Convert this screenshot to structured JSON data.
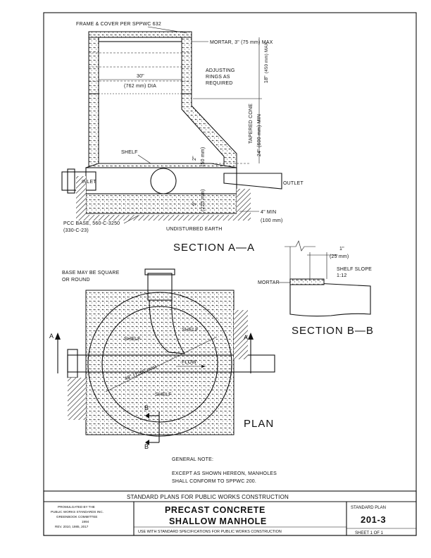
{
  "section_aa": {
    "title": "SECTION A—A",
    "frame_cover": "FRAME & COVER PER SPPWC 632",
    "mortar": "MORTAR, 3\" (75 mm) MAX",
    "adjusting_rings": [
      "ADJUSTING",
      "RINGS AS",
      "REQUIRED"
    ],
    "dim_18": "18\"",
    "dim_450": "(450 mm) MAX",
    "tapered_cone": "TAPERED CONE",
    "dim_24": "24\" (600 mm) MIN",
    "dia_30": "30\"",
    "dia_762": "(762 mm) DIA",
    "shelf": "SHELF",
    "dim_2": "2\"",
    "dim_50": "(50 mm)",
    "inlet": "INLET",
    "outlet": "OUTLET",
    "dim_9": "9\"",
    "dim_225": "(225 mm)",
    "min_4": "4\" MIN",
    "min_100": "(100 mm)",
    "pcc_base": "PCC BASE, 560-C-3250",
    "pcc_base_2": "(330-C-23)",
    "undisturbed": "UNDISTURBED EARTH"
  },
  "section_bb": {
    "title": "SECTION B—B",
    "dim_1": "1\"",
    "dim_25": "(25 mm)",
    "shelf_slope": "SHELF SLOPE",
    "slope": "1:12",
    "mortar": "MORTAR"
  },
  "plan": {
    "title": "PLAN",
    "base_note": [
      "BASE MAY BE SQUARE",
      "OR ROUND"
    ],
    "shelf_left": "SHELF",
    "shelf_right": "SHELF",
    "shelf_bottom": "SHELF",
    "flow": "FLOW",
    "diameter": "48\" (1200 mm)",
    "mark_a": "A",
    "mark_b": "B"
  },
  "general_note": {
    "heading": "GENERAL NOTE:",
    "lines": [
      "EXCEPT AS SHOWN HEREON, MANHOLES",
      "SHALL CONFORM TO SPPWC 200."
    ]
  },
  "title_block": {
    "header": "STANDARD PLANS FOR PUBLIC WORKS CONSTRUCTION",
    "promulgated": [
      "PROMULGATED BY THE",
      "PUBLIC WORKS STANDARDS INC.",
      "GREENBOOK COMMITTEE",
      "1994",
      "REV. 2010, 1985, 2017"
    ],
    "title_line1": "PRECAST CONCRETE",
    "title_line2": "SHALLOW MANHOLE",
    "use_note": "USE WITH STANDARD SPECIFICATIONS FOR PUBLIC WORKS CONSTRUCTION",
    "plan_label": "STANDARD PLAN",
    "plan_number": "201-3",
    "sheet": "SHEET 1 OF 1"
  },
  "colors": {
    "ink": "#111111",
    "paper": "#ffffff"
  }
}
